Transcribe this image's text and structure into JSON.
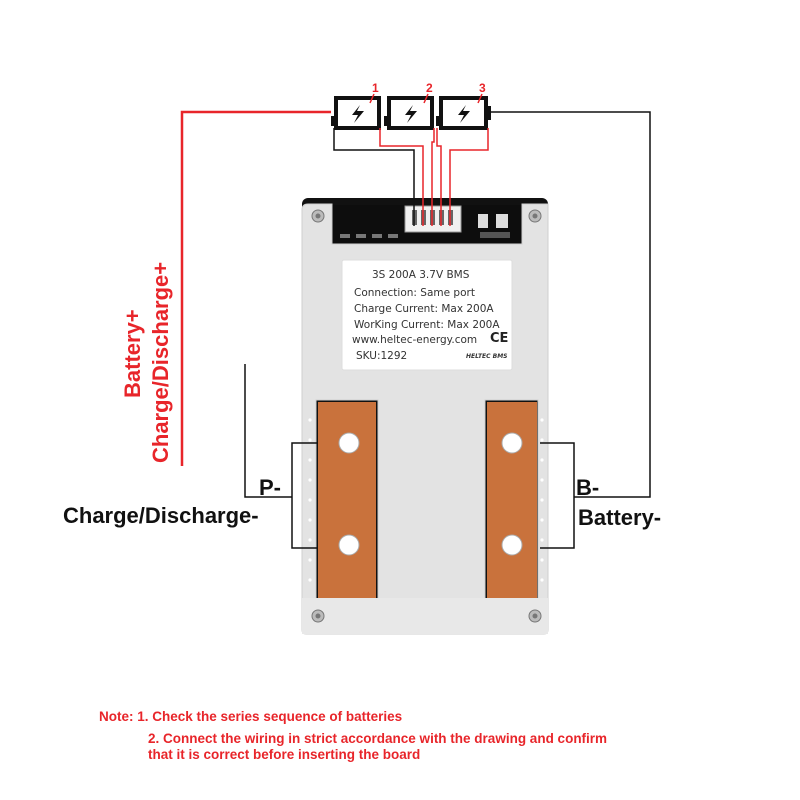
{
  "labels": {
    "battery_plus": "Battery+",
    "charge_discharge_plus": "Charge/Discharge+",
    "p_minus": "P-",
    "charge_discharge_minus": "Charge/Discharge-",
    "b_minus": "B-",
    "battery_minus": "Battery-"
  },
  "cells": [
    {
      "number": "1"
    },
    {
      "number": "2"
    },
    {
      "number": "3"
    }
  ],
  "label_plate": {
    "title": "3S 200A 3.7V BMS",
    "connection": "Connection:  Same port",
    "charge_current": "Charge Current:  Max 200A",
    "working_current": "WorKing Current:  Max 200A",
    "website": "www.heltec-energy.com",
    "ce_mark": "CE",
    "sku": "SKU:1292",
    "brand": "HELTEC BMS"
  },
  "notes": {
    "line1": "Note: 1. Check the series sequence of batteries",
    "line2": "2. Connect the wiring in strict accordance with the drawing and confirm",
    "line3": "that it is correct before inserting the board"
  },
  "colors": {
    "wire_red": "#e8252a",
    "wire_black": "#111111",
    "copper": "#c9723c",
    "board_cover": "#e3e3e3",
    "pcb": "#111111"
  },
  "icons": [
    "battery-icon",
    "lightning-icon",
    "screw-icon"
  ]
}
